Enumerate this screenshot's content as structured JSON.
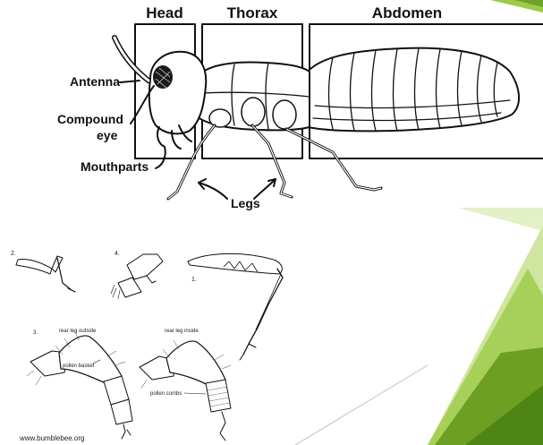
{
  "diagram": {
    "segments": {
      "head": "Head",
      "thorax": "Thorax",
      "abdomen": "Abdomen"
    },
    "labels": {
      "antenna": "Antenna",
      "compound_eye_line1": "Compound",
      "compound_eye_line2": "eye",
      "mouthparts": "Mouthparts",
      "legs": "Legs"
    }
  },
  "legs_figure": {
    "numbers": {
      "n1": "1.",
      "n2": "2.",
      "n3": "3.",
      "n4": "4."
    },
    "labels": {
      "rear_leg_outside": "rear leg outside",
      "rear_leg_inside": "rear leg inside",
      "pollen_basket": "pollen basket",
      "pollen_combs": "pollen combs"
    },
    "credit": "www.bumblebee.org"
  },
  "colors": {
    "accent_dark_green": "#5d8e1c",
    "accent_mid_green": "#8fbf3a",
    "accent_light_green": "#cde39a"
  }
}
